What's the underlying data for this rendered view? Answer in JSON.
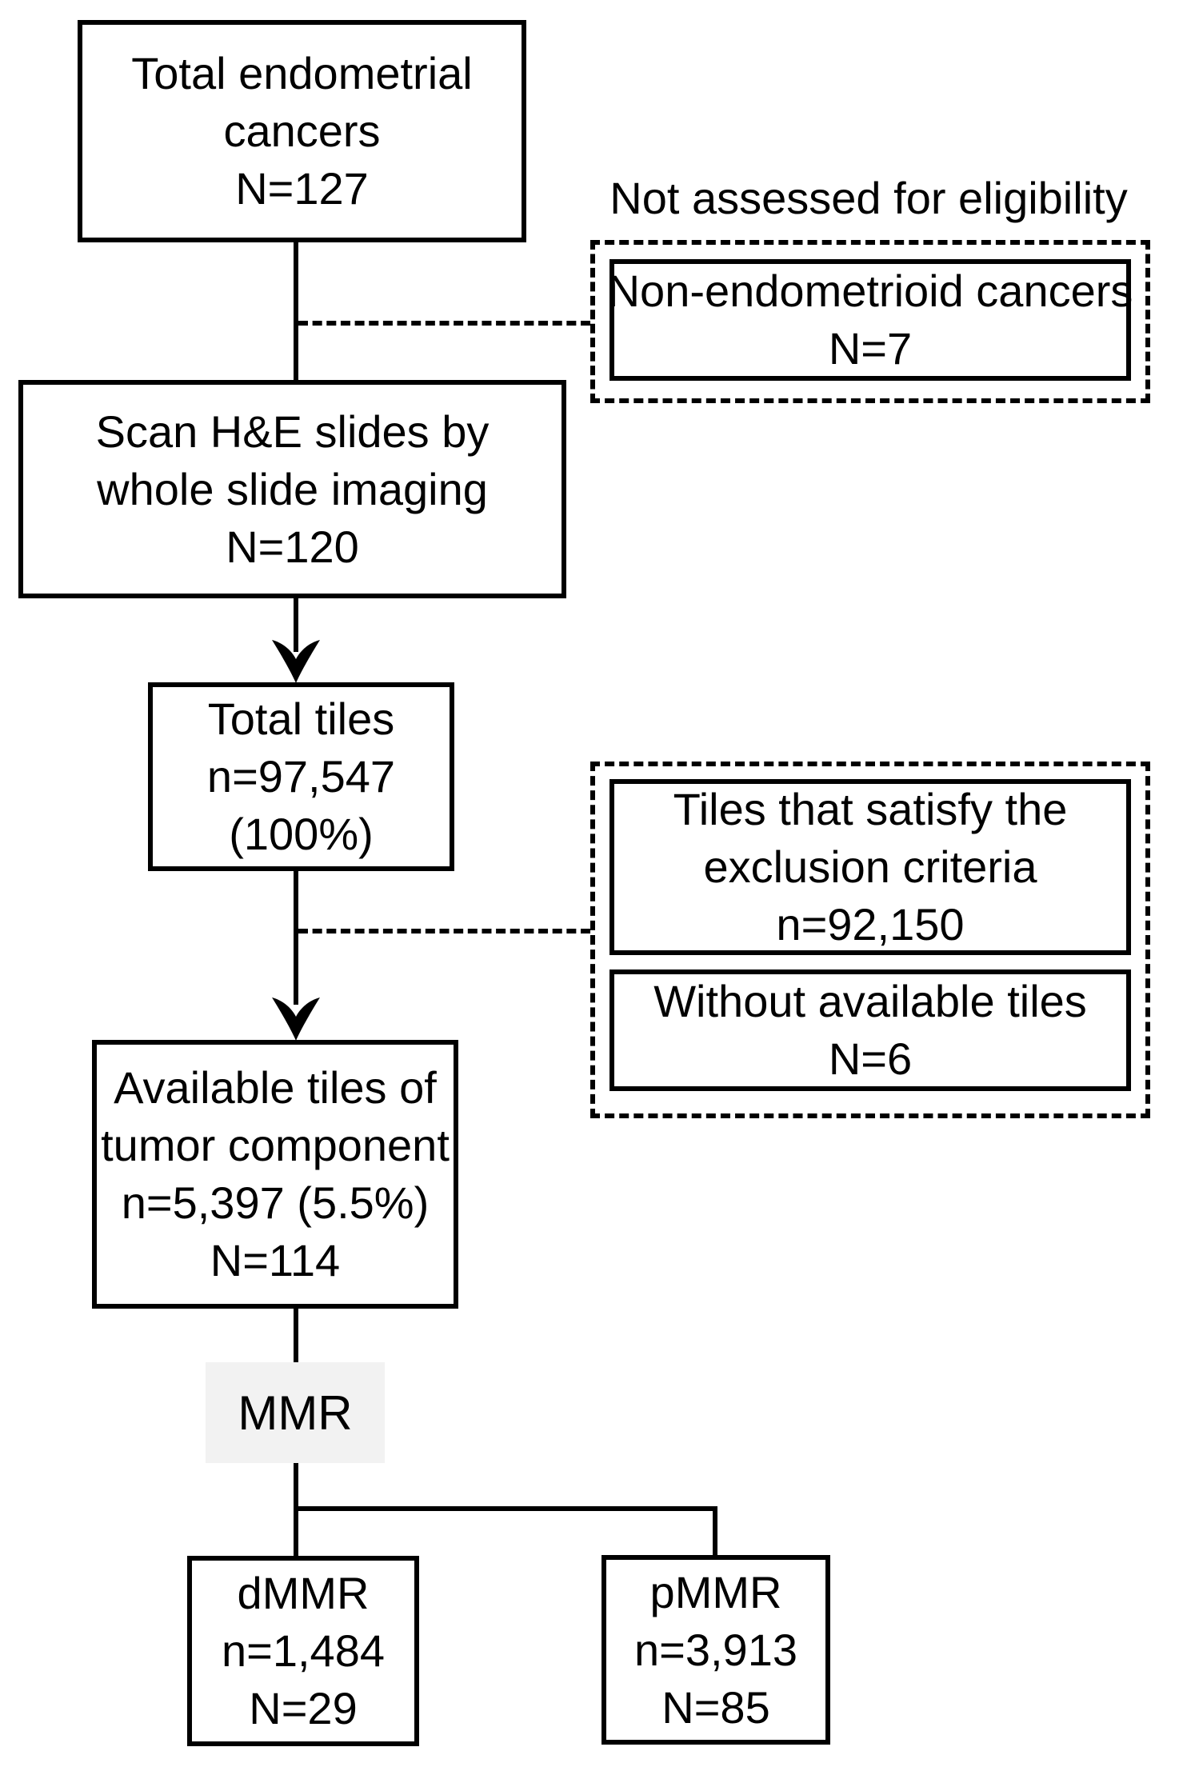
{
  "colors": {
    "line": "#000000",
    "background": "#ffffff",
    "mmr_label_bg": "#f2f2f2",
    "text": "#000000"
  },
  "nodes": {
    "total_cancers": {
      "lines": [
        "Total endometrial",
        "cancers",
        "N=127"
      ]
    },
    "not_assessed_title": "Not assessed for eligibility",
    "non_endometrioid": {
      "lines": [
        "Non-endometrioid cancers",
        "N=7"
      ]
    },
    "scan_slides": {
      "lines": [
        "Scan H&E slides by",
        "whole slide imaging",
        "N=120"
      ]
    },
    "total_tiles": {
      "lines": [
        "Total tiles",
        "n=97,547",
        "(100%)"
      ]
    },
    "exclusion_tiles": {
      "lines": [
        "Tiles that satisfy the",
        "exclusion criteria",
        "n=92,150"
      ]
    },
    "without_tiles": {
      "lines": [
        "Without available tiles",
        "N=6"
      ]
    },
    "available_tiles": {
      "lines": [
        "Available tiles of",
        "tumor component",
        "n=5,397 (5.5%)",
        "N=114"
      ]
    },
    "mmr": {
      "label": "MMR"
    },
    "dmmr": {
      "lines": [
        "dMMR",
        "n=1,484",
        "N=29"
      ]
    },
    "pmmr": {
      "lines": [
        "pMMR",
        "n=3,913",
        "N=85"
      ]
    }
  }
}
